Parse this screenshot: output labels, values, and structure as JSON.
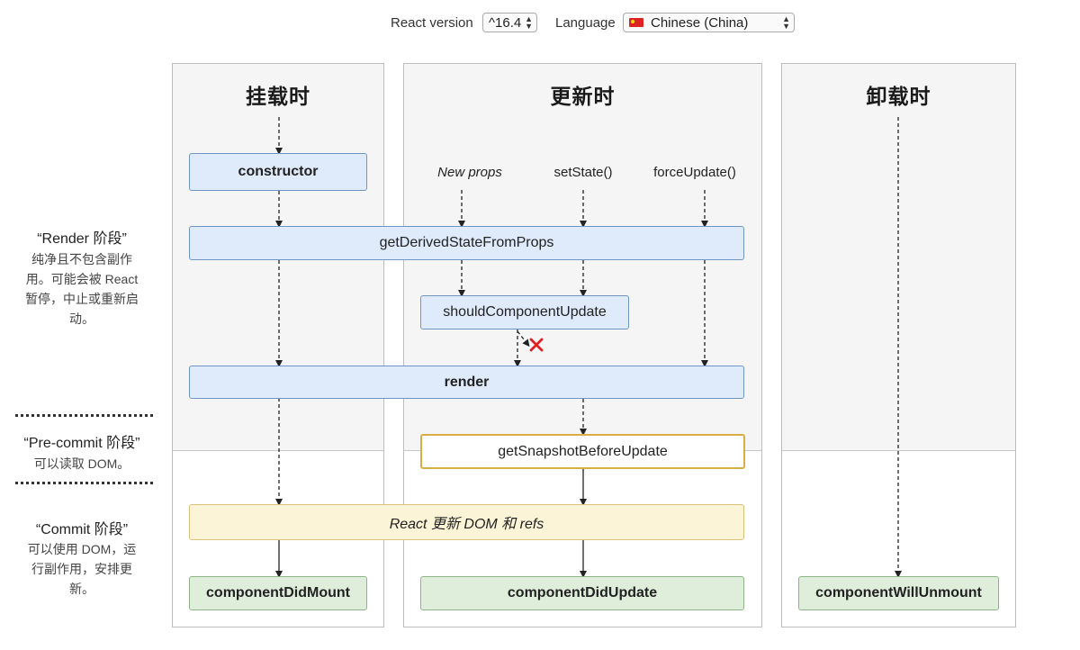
{
  "toolbar": {
    "react_version_label": "React version",
    "react_version_value": "^16.4",
    "language_label": "Language",
    "language_value": "Chinese (China)",
    "flag_icon": "china-flag-icon"
  },
  "columns": {
    "mounting": {
      "title": "挂载时"
    },
    "updating": {
      "title": "更新时"
    },
    "unmounting": {
      "title": "卸载时"
    }
  },
  "triggers": {
    "new_props": "New props",
    "set_state": "setState()",
    "force_update": "forceUpdate()"
  },
  "methods": {
    "constructor": "constructor",
    "get_derived_state": "getDerivedStateFromProps",
    "should_update": "shouldComponentUpdate",
    "render": "render",
    "get_snapshot": "getSnapshotBeforeUpdate",
    "react_updates_dom": "React 更新 DOM 和 refs",
    "did_mount": "componentDidMount",
    "did_update": "componentDidUpdate",
    "will_unmount": "componentWillUnmount"
  },
  "phases": {
    "render": {
      "title": "“Render 阶段”",
      "desc_lines": [
        "纯净且不包含副作",
        "用。可能会被 React",
        "暂停，中止或重新启",
        "动。"
      ]
    },
    "precommit": {
      "title": "“Pre-commit 阶段”",
      "desc_lines": [
        "可以读取 DOM。"
      ]
    },
    "commit": {
      "title": "“Commit 阶段”",
      "desc_lines": [
        "可以使用 DOM，运",
        "行副作用，安排更",
        "新。"
      ]
    }
  },
  "colors": {
    "method_blue": "#dfeafb",
    "commit_green": "#dfeedb",
    "dom_yellow": "#fcf4d6",
    "snapshot_border": "#d8ad45",
    "cancel_red": "#e02020"
  }
}
